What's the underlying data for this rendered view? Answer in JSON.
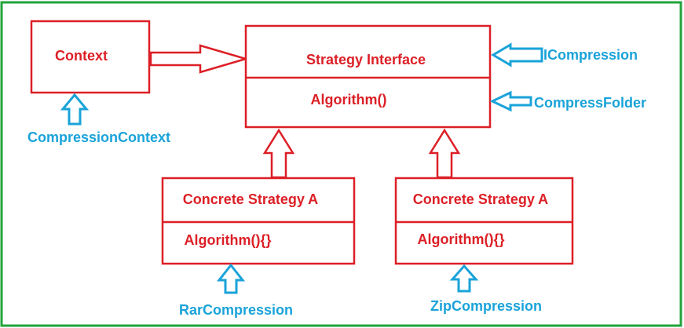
{
  "colors": {
    "frame": "#22a33b",
    "class_box": "#dc1f26",
    "label_callout": "#1aa3d9"
  },
  "context": {
    "title": "Context",
    "label": "CompressionContext"
  },
  "strategy_interface": {
    "title": "Strategy Interface",
    "method": "Algorithm()",
    "label_interface": "ICompression",
    "label_abstract": "CompressFolder"
  },
  "concrete_left": {
    "title": "Concrete Strategy A",
    "method": "Algorithm(){}",
    "label": "RarCompression"
  },
  "concrete_right": {
    "title": "Concrete Strategy A",
    "method": "Algorithm(){}",
    "label": "ZipCompression"
  }
}
